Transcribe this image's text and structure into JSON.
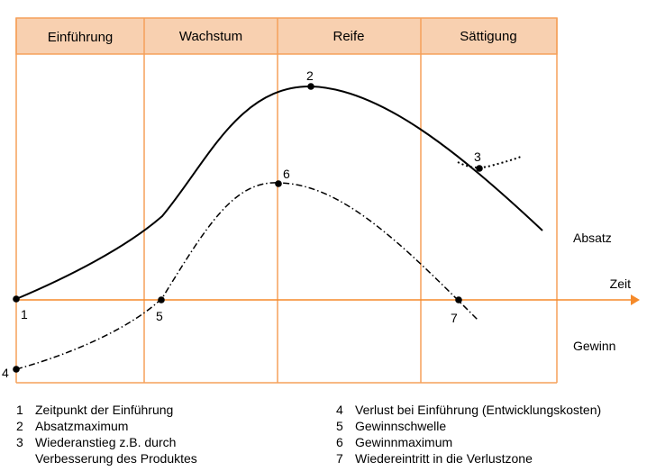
{
  "phases": [
    {
      "label": "Einführung"
    },
    {
      "label": "Wachstum"
    },
    {
      "label": "Reife"
    },
    {
      "label": "Sättigung"
    }
  ],
  "axis": {
    "time_label": "Zeit"
  },
  "curves": {
    "sales_label": "Absatz",
    "profit_label": "Gewinn"
  },
  "points": [
    "1",
    "2",
    "3",
    "4",
    "5",
    "6",
    "7"
  ],
  "legend_left": [
    {
      "num": "1",
      "text": "Zeitpunkt der Einführung"
    },
    {
      "num": "2",
      "text": "Absatzmaximum"
    },
    {
      "num": "3",
      "text": "Wiederanstieg z.B. durch"
    },
    {
      "num": "",
      "text": "Verbesserung des Produktes"
    }
  ],
  "legend_right": [
    {
      "num": "4",
      "text": "Verlust bei Einführung (Entwicklungskosten)"
    },
    {
      "num": "5",
      "text": "Gewinnschwelle"
    },
    {
      "num": "6",
      "text": "Gewinnmaximum"
    },
    {
      "num": "7",
      "text": "Wiedereintritt in die Verlustzone"
    }
  ],
  "colors": {
    "header_fill": "#f8d0b0",
    "header_border": "#f5a05a",
    "grid": "#f5a05a",
    "axis": "#f58a2a",
    "curve": "#000000"
  }
}
